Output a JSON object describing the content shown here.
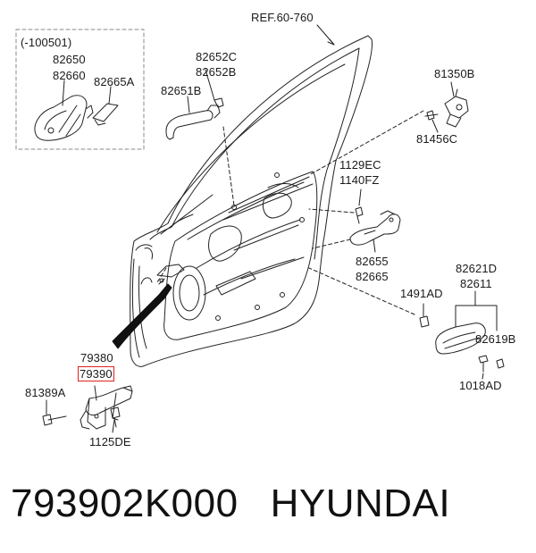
{
  "labels": {
    "ref": "REF.60-760",
    "inset_date": "(-100501)",
    "inset_p1": "82650",
    "inset_p2": "82660",
    "inset_p3": "82665A",
    "handle_a": "82652C",
    "handle_b": "82652B",
    "handle_c": "82651B",
    "striker_a": "81350B",
    "striker_b": "81456C",
    "bolt_a": "1129EC",
    "bolt_b": "1140FZ",
    "inner_a": "82655",
    "inner_b": "82665",
    "cover_a": "82621D",
    "cover_b": "82611",
    "clip": "1491AD",
    "pin": "82619B",
    "screw": "1018AD",
    "checker_a": "79380",
    "checker_highlight": "79390",
    "bolt_checker": "81389A",
    "bolt_checker2": "1125DE"
  },
  "footer": {
    "part_number": "793902K000",
    "brand": "HYUNDAI"
  },
  "colors": {
    "highlight": "#dd2222",
    "line": "#222222",
    "inset_border": "#888888"
  }
}
